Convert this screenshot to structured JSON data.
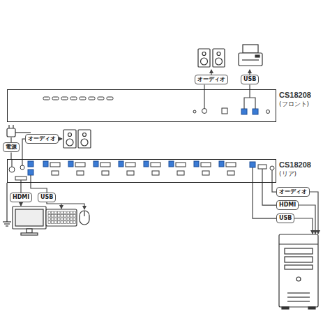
{
  "diagram": {
    "nodes": [
      {
        "text": [
          "オーディオ"
        ]
      },
      {
        "text": [
          "USB"
        ]
      },
      {
        "text": [
          "CS18208",
          "(フロント)"
        ]
      },
      {
        "text": [
          "電源"
        ]
      },
      {
        "text": [
          "オーディオ"
        ]
      },
      {
        "text": [
          "CS18208",
          "(リア)"
        ]
      },
      {
        "text": [
          "HDMI"
        ]
      },
      {
        "text": [
          "USB"
        ]
      },
      {
        "text": [
          "オーディオ"
        ]
      },
      {
        "text": [
          "HDMI"
        ]
      },
      {
        "text": [
          "USB"
        ]
      }
    ],
    "edges": [
      {
        "from": 2,
        "to": 0,
        "arrow": "none"
      },
      {
        "from": 2,
        "to": 1,
        "arrow": "none"
      },
      {
        "from": 5,
        "to": 3,
        "arrow": "none"
      },
      {
        "from": 5,
        "to": 4,
        "arrow": "none"
      },
      {
        "from": 5,
        "to": 6,
        "arrow": "none"
      },
      {
        "from": 5,
        "to": 7,
        "arrow": "none"
      },
      {
        "from": 5,
        "to": 8,
        "arrow": "none"
      },
      {
        "from": 5,
        "to": 9,
        "arrow": "none"
      },
      {
        "from": 5,
        "to": 10,
        "arrow": "none"
      }
    ]
  }
}
